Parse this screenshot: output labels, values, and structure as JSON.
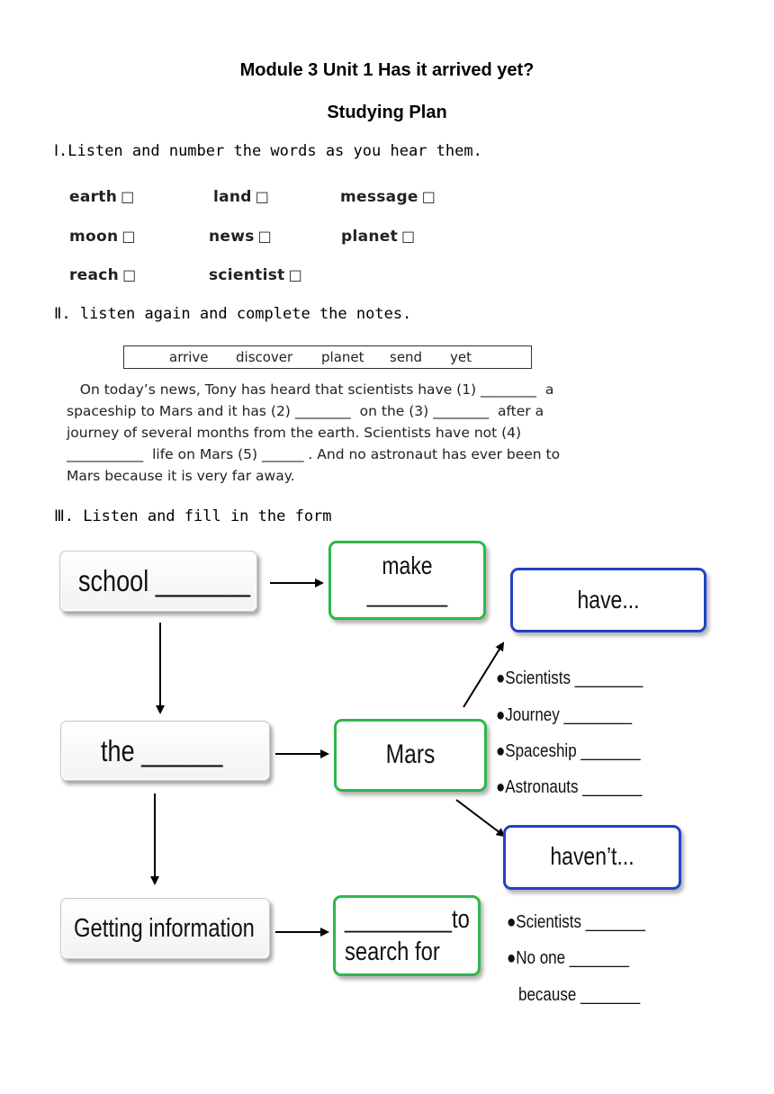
{
  "header": {
    "title": "Module 3 Unit 1    Has it arrived yet?",
    "subtitle": "Studying Plan"
  },
  "section1": {
    "heading": "Ⅰ.Listen and number the words as you hear them.",
    "words": [
      "earth",
      "land",
      "message",
      "moon",
      "news",
      "planet",
      "reach",
      "scientist"
    ],
    "checkbox": "□"
  },
  "section2": {
    "heading": "Ⅱ. listen again and complete the notes.",
    "word_bank": [
      "arrive",
      "discover",
      "planet",
      "send",
      "yet"
    ],
    "passage_lines": [
      "   On today’s news, Tony has heard that scientists have (1) ________  a",
      "spaceship to Mars and it has (2) ________  on the (3) ________  after a",
      "journey of several months from the earth. Scientists have not (4)",
      "___________  life on Mars (5) ______ . And no astronaut has ever been to",
      "Mars because it is very far away."
    ]
  },
  "section3": {
    "heading": "Ⅲ. Listen and fill in the form",
    "boxes": {
      "school": "school _______",
      "make_top": "make",
      "make_blank": "_______",
      "the": "the ______",
      "mars": "Mars",
      "getting_info": "Getting information",
      "search_line1": "_________to",
      "search_line2": "search for",
      "have": "have...",
      "havent": "haven’t..."
    },
    "have_items": [
      "●Scientists ________",
      "●Journey ________",
      "●Spaceship _______",
      "●Astronauts _______"
    ],
    "havent_items": [
      "●Scientists _______",
      "●No one _______",
      "because _______"
    ]
  }
}
